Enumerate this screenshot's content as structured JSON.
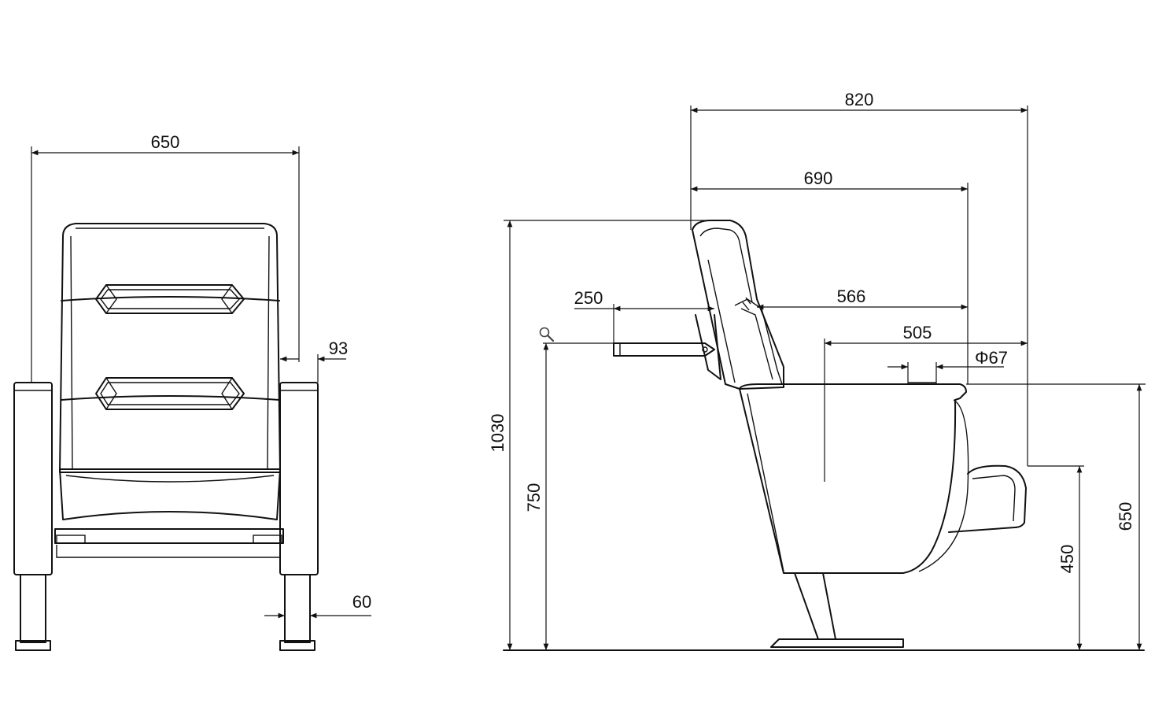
{
  "dimensions": {
    "front_width": "650",
    "armrest_width": "93",
    "leg_width": "60",
    "side_depth_total": "820",
    "side_depth_690": "690",
    "writing_tablet": "250",
    "depth_566": "566",
    "depth_505": "505",
    "cup_holder_diameter": "Φ67",
    "overall_height": "1030",
    "tablet_height": "750",
    "seat_height": "450",
    "armrest_height": "650"
  },
  "icons": {
    "zoom": "magnifier-icon"
  }
}
